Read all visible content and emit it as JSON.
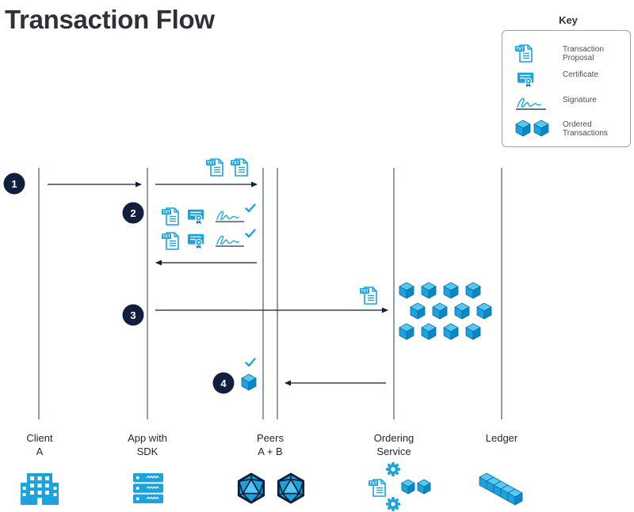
{
  "title": "Transaction Flow",
  "key": {
    "heading": "Key",
    "items": [
      {
        "icon": "transaction-proposal-icon",
        "label": [
          "Transaction",
          "Proposal"
        ]
      },
      {
        "icon": "certificate-icon",
        "label": [
          "Certificate"
        ]
      },
      {
        "icon": "signature-icon",
        "label": [
          "Signature"
        ]
      },
      {
        "icon": "ordered-transactions-icon",
        "label": [
          "Ordered",
          "Transactions"
        ]
      }
    ]
  },
  "actors": [
    {
      "name": "client",
      "label": [
        "Client",
        "A"
      ],
      "icon": "office-building-icon"
    },
    {
      "name": "app",
      "label": [
        "App with",
        "SDK"
      ],
      "icon": "server-stack-icon"
    },
    {
      "name": "peers",
      "label": [
        "Peers",
        "A + B"
      ],
      "icon": "peer-node-icon"
    },
    {
      "name": "ordering",
      "label": [
        "Ordering",
        "Service"
      ],
      "icon": "ordering-service-icon"
    },
    {
      "name": "ledger",
      "label": [
        "Ledger"
      ],
      "icon": "ledger-blocks-icon"
    }
  ],
  "steps": [
    "1",
    "2",
    "3",
    "4"
  ],
  "doc_badge": "TXT",
  "colors": {
    "accent": "#1aa3dd",
    "accent_dark": "#0b6fa8",
    "navy": "#0f1f3d",
    "lifeline": "#6b7280"
  }
}
